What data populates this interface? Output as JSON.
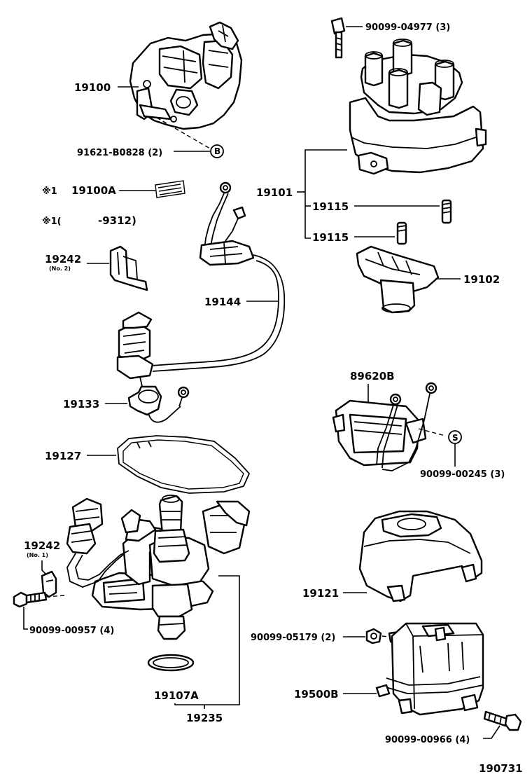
{
  "colors": {
    "ink": "#000000",
    "paper": "#ffffff"
  },
  "labels": {
    "bolt_cap_top": "90099-04977 (3)",
    "distributor_assy": "19100",
    "bolt_91621": "91621-B0828 (2)",
    "marker_b": "B",
    "note_mark_1": "※1",
    "label_plate": "19100A",
    "note_mark_2": "※1(",
    "note_range_end": "-9312)",
    "cap": "19101",
    "brush_upper": "19115",
    "brush_lower": "19115",
    "rotor": "19102",
    "clamp_no2": "19242",
    "clamp_no2_sub": "(No. 2)",
    "wire_harness": "19144",
    "igniter": "89620B",
    "marker_s": "S",
    "igniter_screw": "90099-00245 (3)",
    "condenser": "19133",
    "gasket": "19127",
    "clamp_no1": "19242",
    "clamp_no1_sub": "(No. 1)",
    "bolt_housing": "90099-00957 (4)",
    "coil_cover": "19121",
    "nut_coil": "90099-05179 (2)",
    "ignition_coil": "19500B",
    "bolt_coil": "90099-00966 (4)",
    "o_ring": "19107A",
    "housing": "19235",
    "figure_number": "190731"
  }
}
